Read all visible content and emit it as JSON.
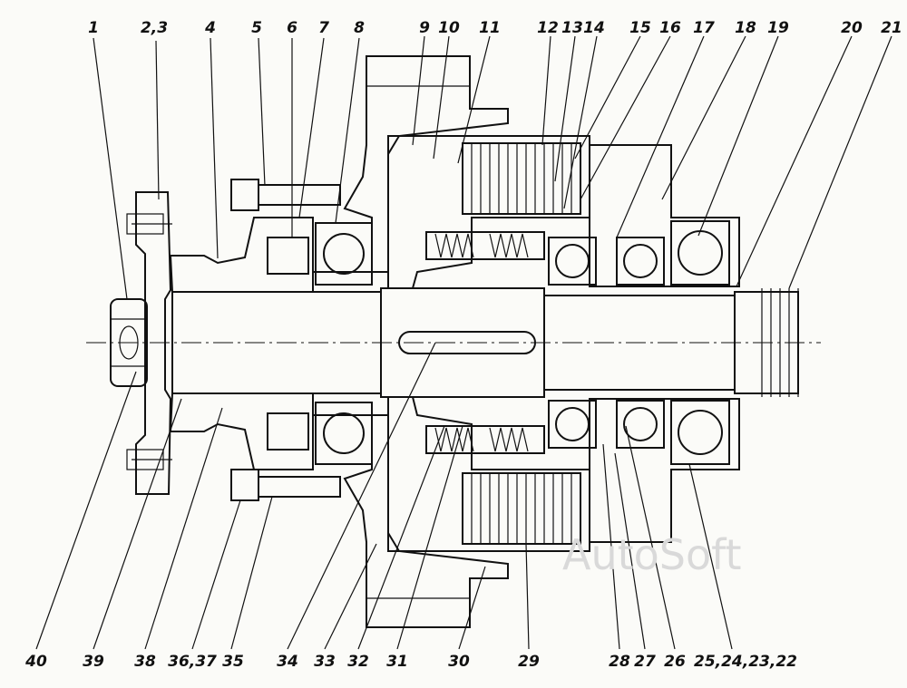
{
  "diagram": {
    "watermark": "AutoSoft",
    "part_labels_top": [
      "1",
      "2,3",
      "4",
      "5",
      "6",
      "7",
      "8",
      "9",
      "10",
      "11",
      "12",
      "13",
      "14",
      "15",
      "16",
      "17",
      "18",
      "19",
      "20",
      "21"
    ],
    "part_labels_bottom": [
      "40",
      "39",
      "38",
      "36,37",
      "35",
      "34",
      "33",
      "32",
      "31",
      "30",
      "29",
      "28",
      "27",
      "26",
      "25,24,23,22"
    ]
  }
}
